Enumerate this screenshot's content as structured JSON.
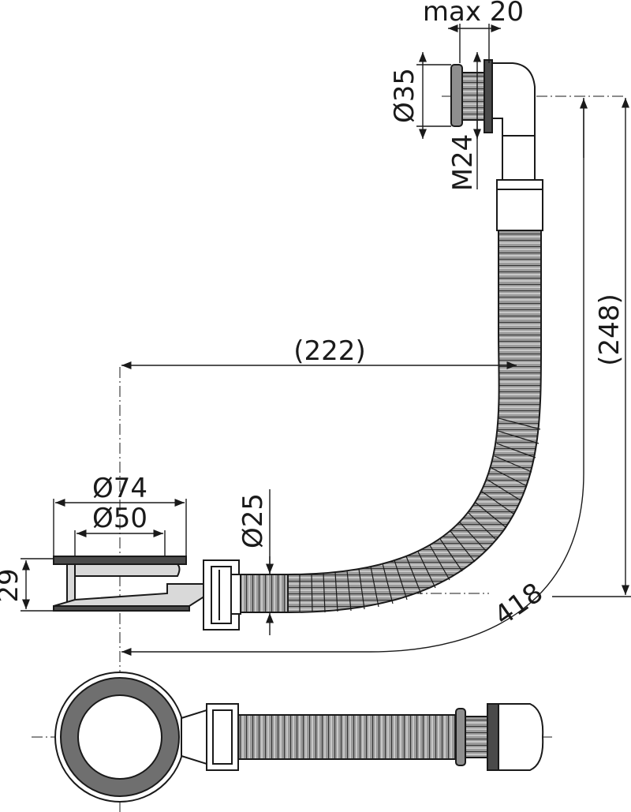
{
  "dimensions": {
    "max_length": "max 20",
    "outlet_diameter": "Ø35",
    "outlet_thread": "M24",
    "height_total": "(248)",
    "horizontal_reach": "(222)",
    "flange_diameter": "Ø74",
    "grate_diameter": "Ø50",
    "hose_diameter": "Ø25",
    "trap_height": "29",
    "hose_length": "418"
  },
  "colors": {
    "stroke": "#1a1a1a",
    "hose_fill": "#8e8e8e",
    "seal_fill": "#6f6f6f",
    "metal_fill": "#d9d9d9",
    "dark_fill": "#4a4a4a"
  }
}
